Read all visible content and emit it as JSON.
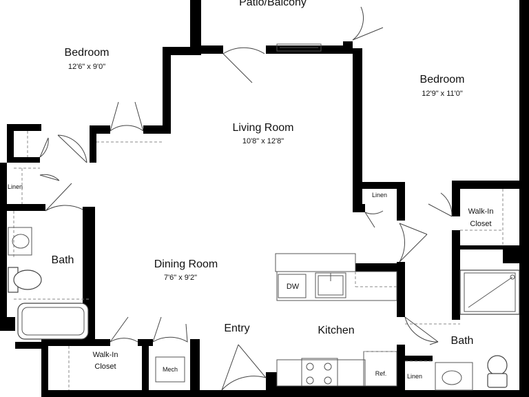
{
  "rooms": {
    "patio": {
      "name": "Patio/Balcony"
    },
    "bedroom1": {
      "name": "Bedroom",
      "size": "12'6\" x 9'0\""
    },
    "bedroom2": {
      "name": "Bedroom",
      "size": "12'9\" x 11'0\""
    },
    "living": {
      "name": "Living Room",
      "size": "10'8\" x 12'8\""
    },
    "dining": {
      "name": "Dining Room",
      "size": "7'6\" x 9'2\""
    },
    "bath1": {
      "name": "Bath"
    },
    "bath2": {
      "name": "Bath"
    },
    "kitchen": {
      "name": "Kitchen"
    },
    "entry": {
      "name": "Entry"
    },
    "walkin1": {
      "name_line1": "Walk-In",
      "name_line2": "Closet"
    },
    "walkin2": {
      "name_line1": "Walk-In",
      "name_line2": "Closet"
    }
  },
  "fixtures": {
    "linen_left": "Linen",
    "linen_center": "Linen",
    "linen_bath": "Linen",
    "dishwasher": "DW",
    "mech": "Mech",
    "fridge": "Ref."
  },
  "colors": {
    "wall": "#000000",
    "background": "#ffffff",
    "fixture_line": "#444444"
  }
}
